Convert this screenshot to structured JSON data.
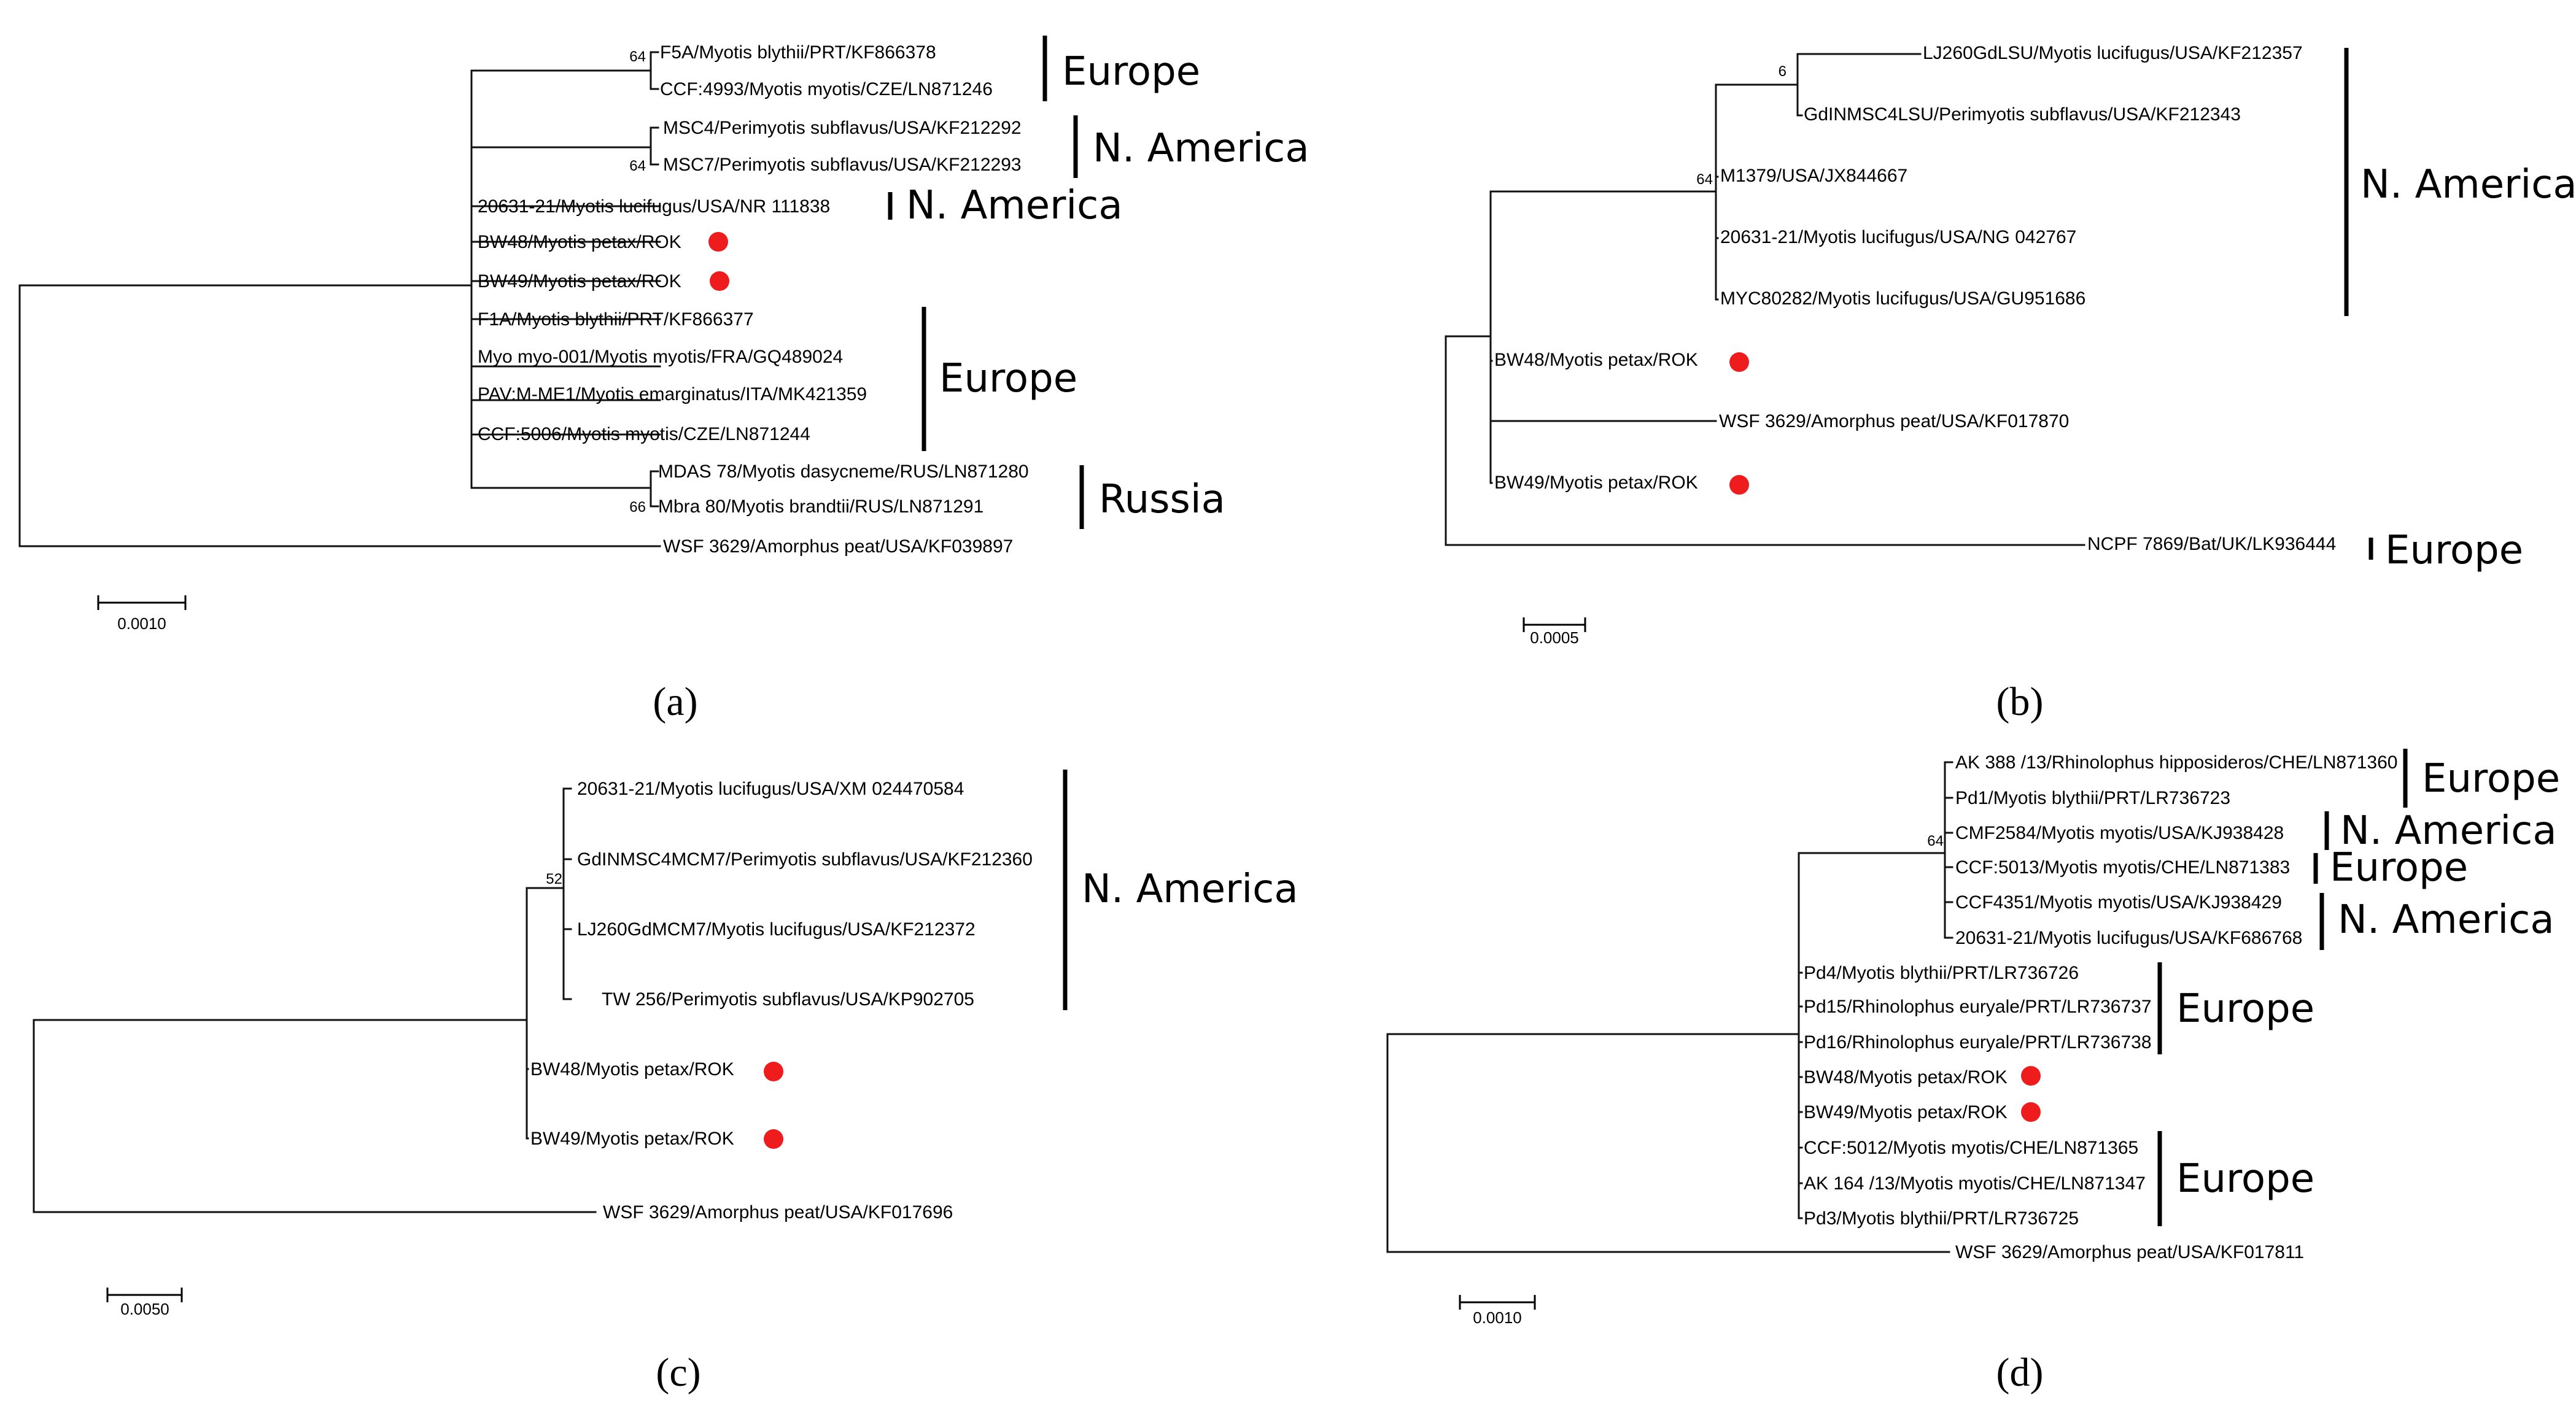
{
  "figure": {
    "marker_color": "#ee1c1c",
    "panels": [
      {
        "label": "(a)",
        "scale_label": "0.0010",
        "leaves": [
          "F5A/Myotis blythii/PRT/KF866378",
          "CCF:4993/Myotis myotis/CZE/LN871246",
          "MSC4/Perimyotis subflavus/USA/KF212292",
          "MSC7/Perimyotis subflavus/USA/KF212293",
          "20631-21/Myotis lucifugus/USA/NR 111838",
          "BW48/Myotis petax/ROK",
          "BW49/Myotis petax/ROK",
          "F1A/Myotis blythii/PRT/KF866377",
          "Myo myo-001/Myotis myotis/FRA/GQ489024",
          "PAV:M-ME1/Myotis emarginatus/ITA/MK421359",
          "CCF:5006/Myotis myotis/CZE/LN871244",
          "MDAS 78/Myotis dasycneme/RUS/LN871280",
          "Mbra 80/Myotis brandtii/RUS/LN871291",
          "WSF 3629/Amorphus peat/USA/KF039897"
        ],
        "bootstraps": [
          "64",
          "64",
          "66"
        ],
        "regions": [
          "Europe",
          "N. America",
          "N. America",
          "Europe",
          "Russia"
        ]
      },
      {
        "label": "(b)",
        "scale_label": "0.0005",
        "leaves": [
          "LJ260GdLSU/Myotis lucifugus/USA/KF212357",
          "GdINMSC4LSU/Perimyotis subflavus/USA/KF212343",
          "M1379/USA/JX844667",
          "20631-21/Myotis lucifugus/USA/NG 042767",
          "MYC80282/Myotis lucifugus/USA/GU951686",
          "BW48/Myotis petax/ROK",
          "WSF 3629/Amorphus peat/USA/KF017870",
          "BW49/Myotis petax/ROK",
          "NCPF 7869/Bat/UK/LK936444"
        ],
        "bootstraps": [
          "6",
          "64"
        ],
        "regions": [
          "N. America",
          "Europe"
        ]
      },
      {
        "label": "(c)",
        "scale_label": "0.0050",
        "leaves": [
          "20631-21/Myotis lucifugus/USA/XM 024470584",
          "GdINMSC4MCM7/Perimyotis subflavus/USA/KF212360",
          "LJ260GdMCM7/Myotis lucifugus/USA/KF212372",
          "TW 256/Perimyotis subflavus/USA/KP902705",
          "BW48/Myotis petax/ROK",
          "BW49/Myotis petax/ROK",
          "WSF 3629/Amorphus peat/USA/KF017696"
        ],
        "bootstraps": [
          "52"
        ],
        "regions": [
          "N. America"
        ]
      },
      {
        "label": "(d)",
        "scale_label": "0.0010",
        "leaves": [
          "AK 388 /13/Rhinolophus hipposideros/CHE/LN871360",
          "Pd1/Myotis blythii/PRT/LR736723",
          "CMF2584/Myotis myotis/USA/KJ938428",
          "CCF:5013/Myotis myotis/CHE/LN871383",
          "CCF4351/Myotis myotis/USA/KJ938429",
          "20631-21/Myotis lucifugus/USA/KF686768",
          "Pd4/Myotis blythii/PRT/LR736726",
          "Pd15/Rhinolophus euryale/PRT/LR736737",
          "Pd16/Rhinolophus euryale/PRT/LR736738",
          "BW48/Myotis petax/ROK",
          "BW49/Myotis petax/ROK",
          "CCF:5012/Myotis myotis/CHE/LN871365",
          "AK 164 /13/Myotis myotis/CHE/LN871347",
          "Pd3/Myotis blythii/PRT/LR736725",
          "WSF 3629/Amorphus peat/USA/KF017811"
        ],
        "bootstraps": [
          "64"
        ],
        "regions": [
          "Europe",
          "N. America",
          "Europe",
          "N. America",
          "Europe",
          "Europe"
        ]
      }
    ]
  }
}
